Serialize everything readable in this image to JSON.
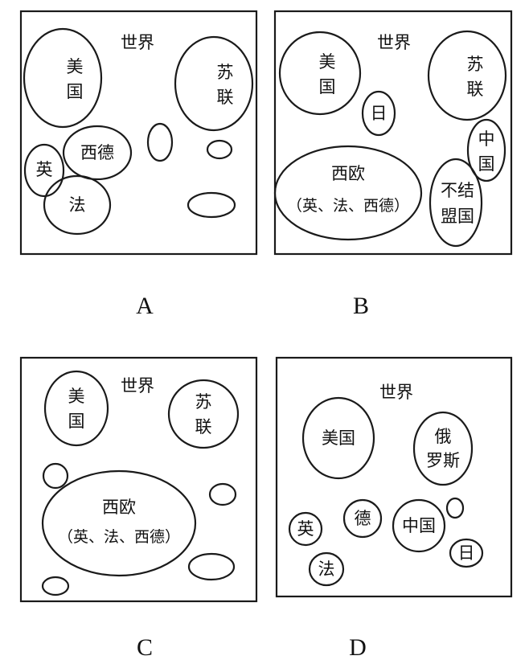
{
  "world_label": "世界",
  "panels": {
    "A": {
      "caption": "A",
      "usa": [
        "美",
        "国"
      ],
      "ussr": [
        "苏",
        "联"
      ],
      "wgermany": "西德",
      "uk": [
        "英"
      ],
      "france": "法"
    },
    "B": {
      "caption": "B",
      "usa": [
        "美",
        "国"
      ],
      "ussr": [
        "苏",
        "联"
      ],
      "japan": "日",
      "china": [
        "中",
        "国"
      ],
      "west_europe": "西欧",
      "west_europe_members": "（英、法、西德）",
      "nonaligned": [
        "不结",
        "盟国"
      ]
    },
    "C": {
      "caption": "C",
      "usa": [
        "美",
        "国"
      ],
      "ussr": [
        "苏",
        "联"
      ],
      "west_europe": "西欧",
      "west_europe_members": "（英、法、西德）"
    },
    "D": {
      "caption": "D",
      "usa": "美国",
      "russia": [
        "俄",
        "罗斯"
      ],
      "uk": "英",
      "germany": "德",
      "china": "中国",
      "france": "法",
      "japan": "日"
    }
  }
}
